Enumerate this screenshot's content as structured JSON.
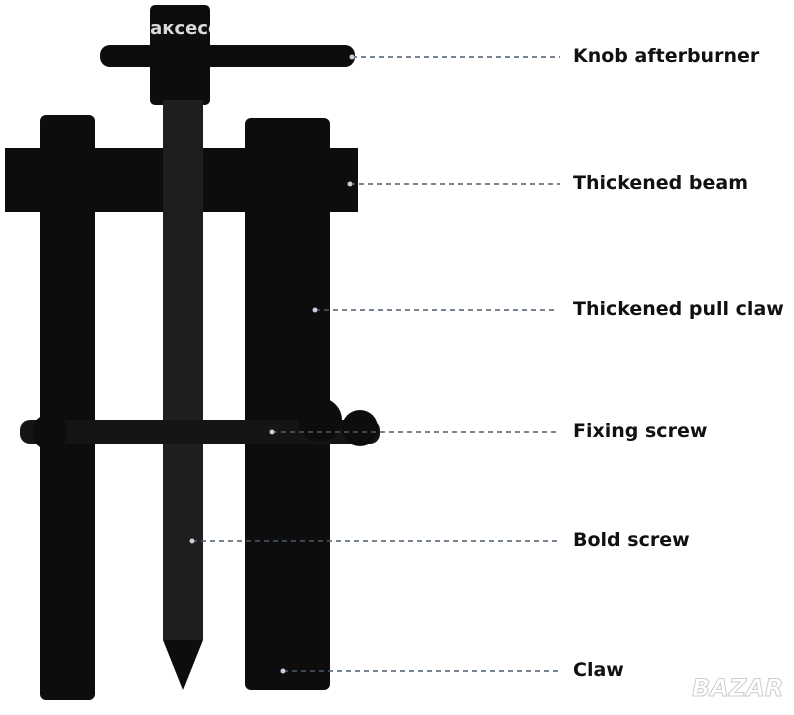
{
  "watermark": "Dorex - Автоаксесо...",
  "logo": "BAZAR",
  "labels": [
    {
      "text": "Knob afterburner"
    },
    {
      "text": "Thickened beam"
    },
    {
      "text": "Thickened pull claw"
    },
    {
      "text": "Fixing screw"
    },
    {
      "text": "Bold screw"
    },
    {
      "text": "Claw"
    }
  ],
  "colors": {
    "tool": "#0d0d0d",
    "line": "#4a5a6a"
  }
}
